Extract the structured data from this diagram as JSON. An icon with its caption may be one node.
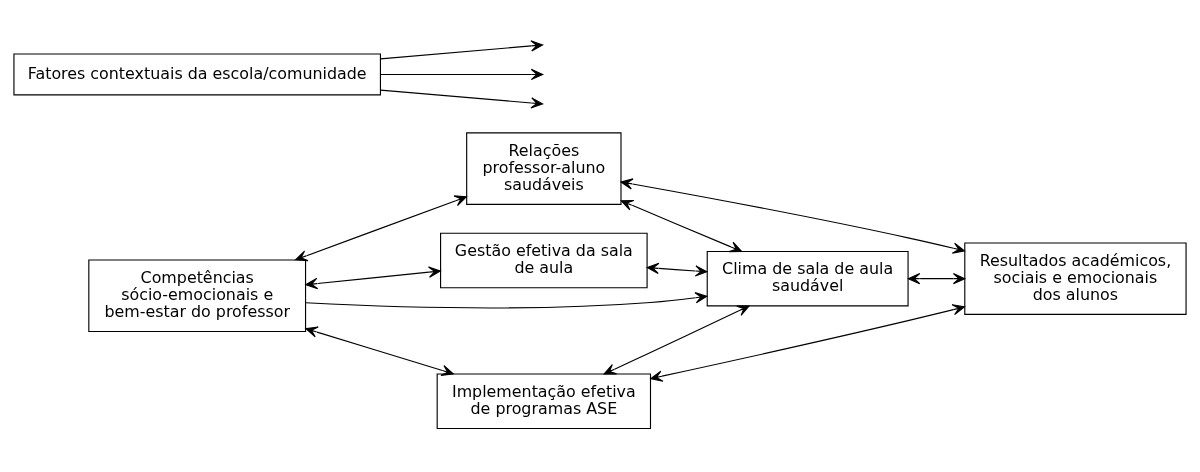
{
  "diagram": {
    "nodes": [
      {
        "text": [
          "Competências sócio-emocionais e bem-estar do professor"
        ]
      },
      {
        "text": [
          "Relações professor-aluno saudáveis"
        ]
      },
      {
        "text": [
          "Gestão efetiva da sala de aula"
        ]
      },
      {
        "text": [
          "Implementação efetiva de programas ASE"
        ]
      },
      {
        "text": [
          "Clima de sala de aula saudável"
        ]
      },
      {
        "text": [
          "Resultados académicos, sociais e emocionais dos alunos"
        ]
      },
      {
        "text": [
          "Fatores contextuais da escola/comunidade"
        ]
      }
    ],
    "edges": [
      {
        "from": 0,
        "to": 1,
        "arrow": "both"
      },
      {
        "from": 0,
        "to": 2,
        "arrow": "both"
      },
      {
        "from": 0,
        "to": 3,
        "arrow": "both"
      },
      {
        "from": 1,
        "to": 4,
        "arrow": "both"
      },
      {
        "from": 2,
        "to": 4,
        "arrow": "both"
      },
      {
        "from": 3,
        "to": 4,
        "arrow": "both"
      },
      {
        "from": 1,
        "to": 5,
        "arrow": "both"
      },
      {
        "from": 4,
        "to": 5,
        "arrow": "both"
      },
      {
        "from": 3,
        "to": 5,
        "arrow": "both"
      },
      {
        "from": 0,
        "to": 4,
        "arrow": "to"
      },
      {
        "from": 6,
        "to": null,
        "arrow": "to"
      },
      {
        "from": 6,
        "to": null,
        "arrow": "to"
      },
      {
        "from": 6,
        "to": null,
        "arrow": "to"
      }
    ]
  }
}
